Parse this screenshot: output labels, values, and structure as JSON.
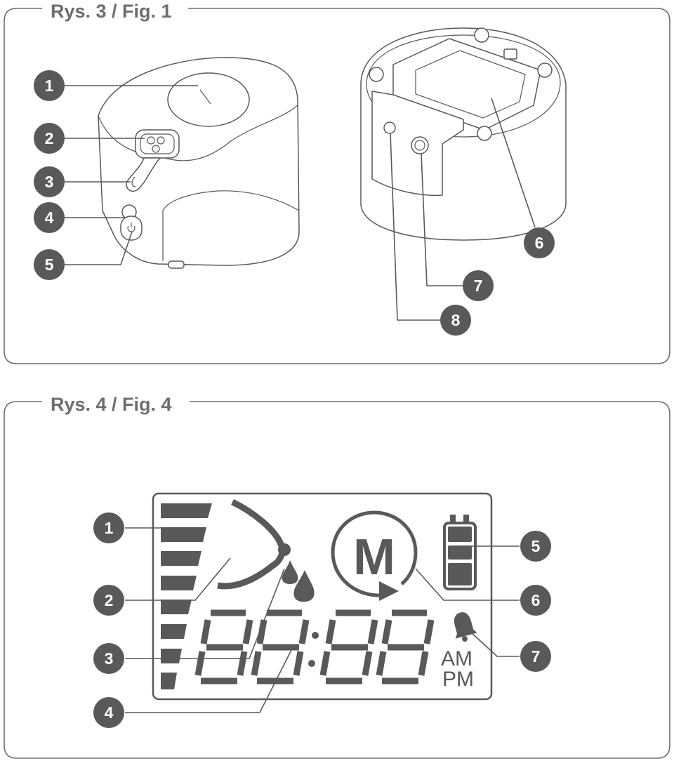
{
  "figure1": {
    "title": "Rys. 3 / Fig. 1",
    "callouts": [
      "1",
      "2",
      "3",
      "4",
      "5",
      "6",
      "7",
      "8"
    ]
  },
  "figure4": {
    "title": "Rys. 4 / Fig. 4",
    "callouts": [
      "1",
      "2",
      "3",
      "4",
      "5",
      "6",
      "7"
    ],
    "display": {
      "mode_letter": "M",
      "am_label": "AM",
      "pm_label": "PM"
    }
  },
  "colors": {
    "line": "#58595b",
    "frame": "#6d6e71",
    "badge": "#58595b"
  }
}
